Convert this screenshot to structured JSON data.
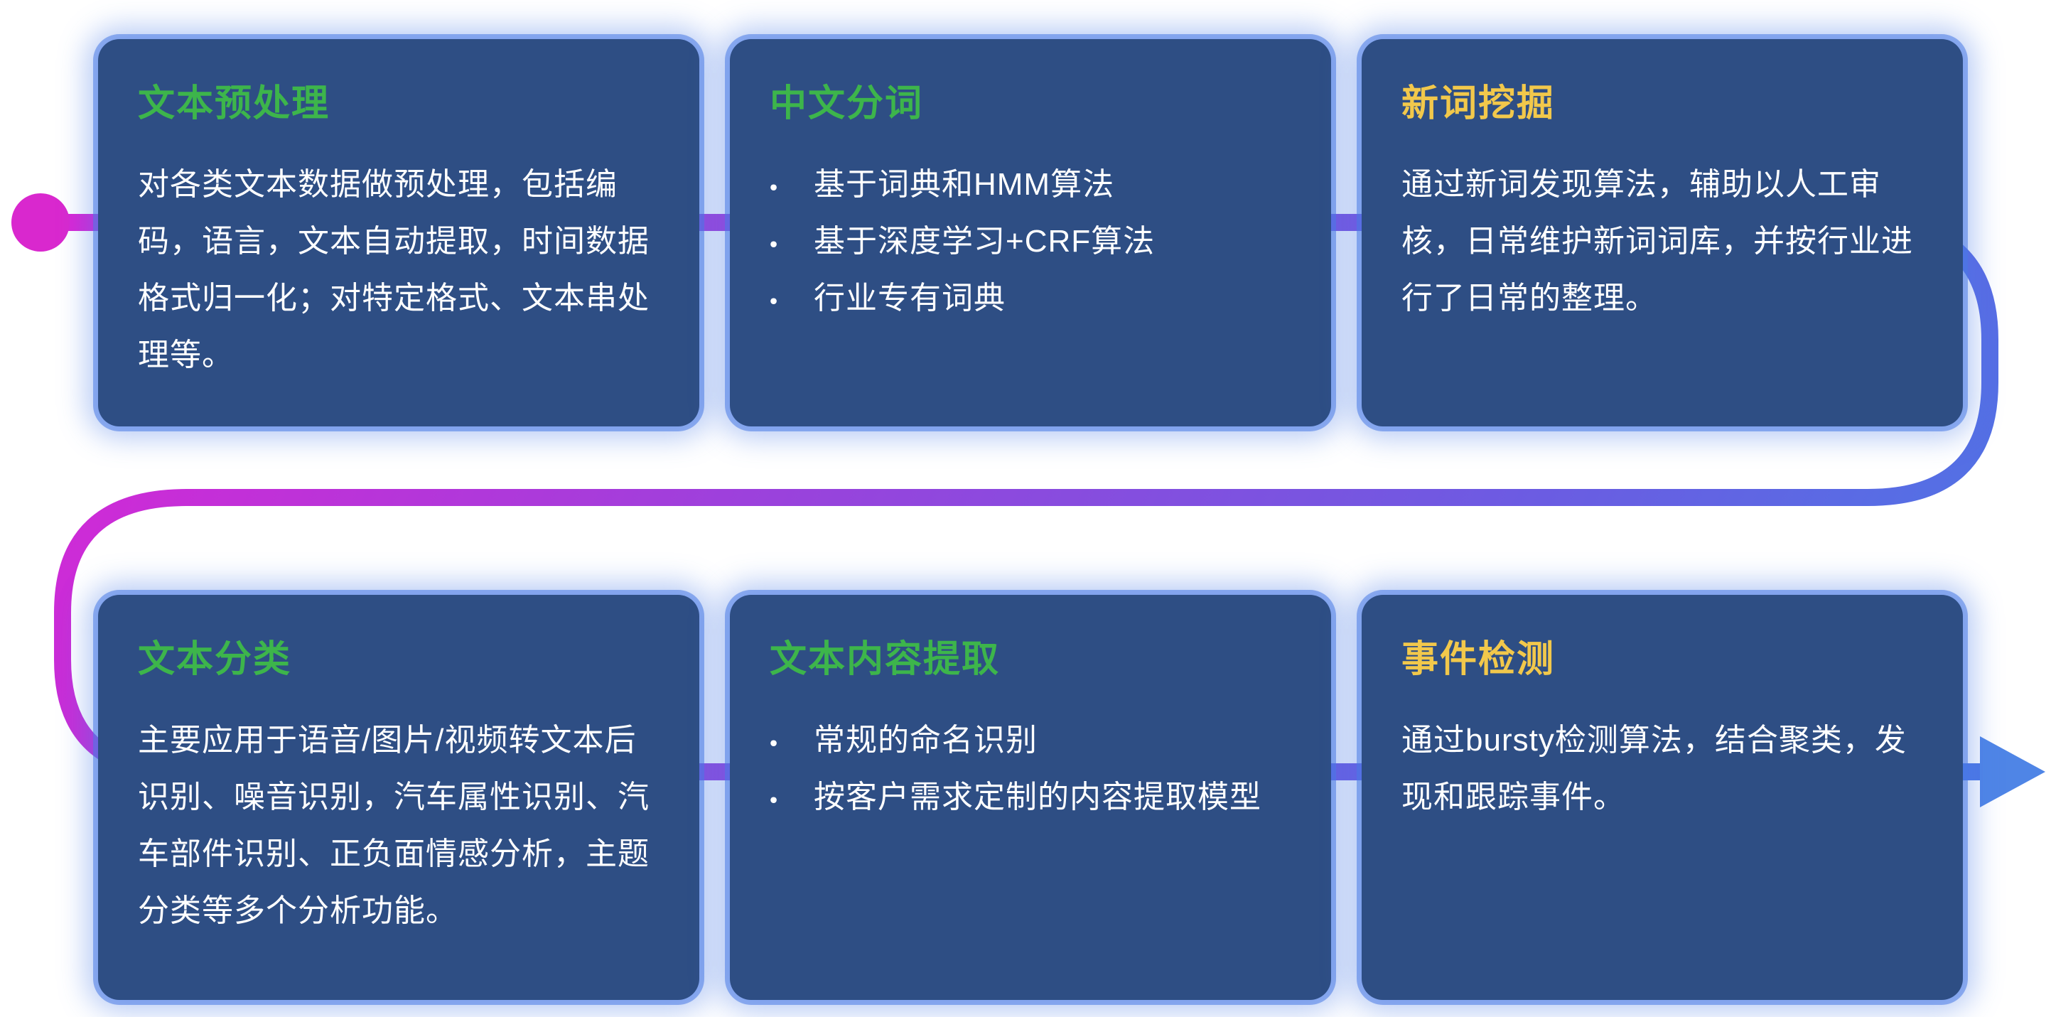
{
  "colors": {
    "background": "#ffffff",
    "card_bg": "#2e4e84",
    "card_glow": "#487ae6",
    "body_text": "#ffffff",
    "title_green": "#3db54b",
    "title_yellow": "#f2c84b"
  },
  "connector": {
    "dot_color": "#d928ce",
    "arrow_color": "#4f85e6",
    "gradient_stops": [
      "#e620d4",
      "#9a42dc",
      "#6b5ce2",
      "#4180e6"
    ]
  },
  "cards": [
    {
      "id": "text-preprocessing",
      "title": "文本预处理",
      "title_color": "#3db54b",
      "type": "paragraph",
      "body": "对各类文本数据做预处理，包括编码，语言，文本自动提取，时间数据格式归一化；对特定格式、文本串处理等。"
    },
    {
      "id": "chinese-word-segmentation",
      "title": "中文分词",
      "title_color": "#3db54b",
      "type": "bullets",
      "bullets": [
        "基于词典和HMM算法",
        "基于深度学习+CRF算法",
        "行业专有词典"
      ]
    },
    {
      "id": "new-word-mining",
      "title": "新词挖掘",
      "title_color": "#f2c84b",
      "type": "paragraph",
      "body": "通过新词发现算法，辅助以人工审核，日常维护新词词库，并按行业进行了日常的整理。"
    },
    {
      "id": "text-classification",
      "title": "文本分类",
      "title_color": "#3db54b",
      "type": "paragraph",
      "body": "主要应用于语音/图片/视频转文本后识别、噪音识别，汽车属性识别、汽车部件识别、正负面情感分析，主题分类等多个分析功能。"
    },
    {
      "id": "text-content-extraction",
      "title": "文本内容提取",
      "title_color": "#3db54b",
      "type": "bullets",
      "bullets": [
        "常规的命名识别",
        "按客户需求定制的内容提取模型"
      ]
    },
    {
      "id": "event-detection",
      "title": "事件检测",
      "title_color": "#f2c84b",
      "type": "paragraph",
      "body": "通过bursty检测算法，结合聚类，发现和跟踪事件。"
    }
  ]
}
